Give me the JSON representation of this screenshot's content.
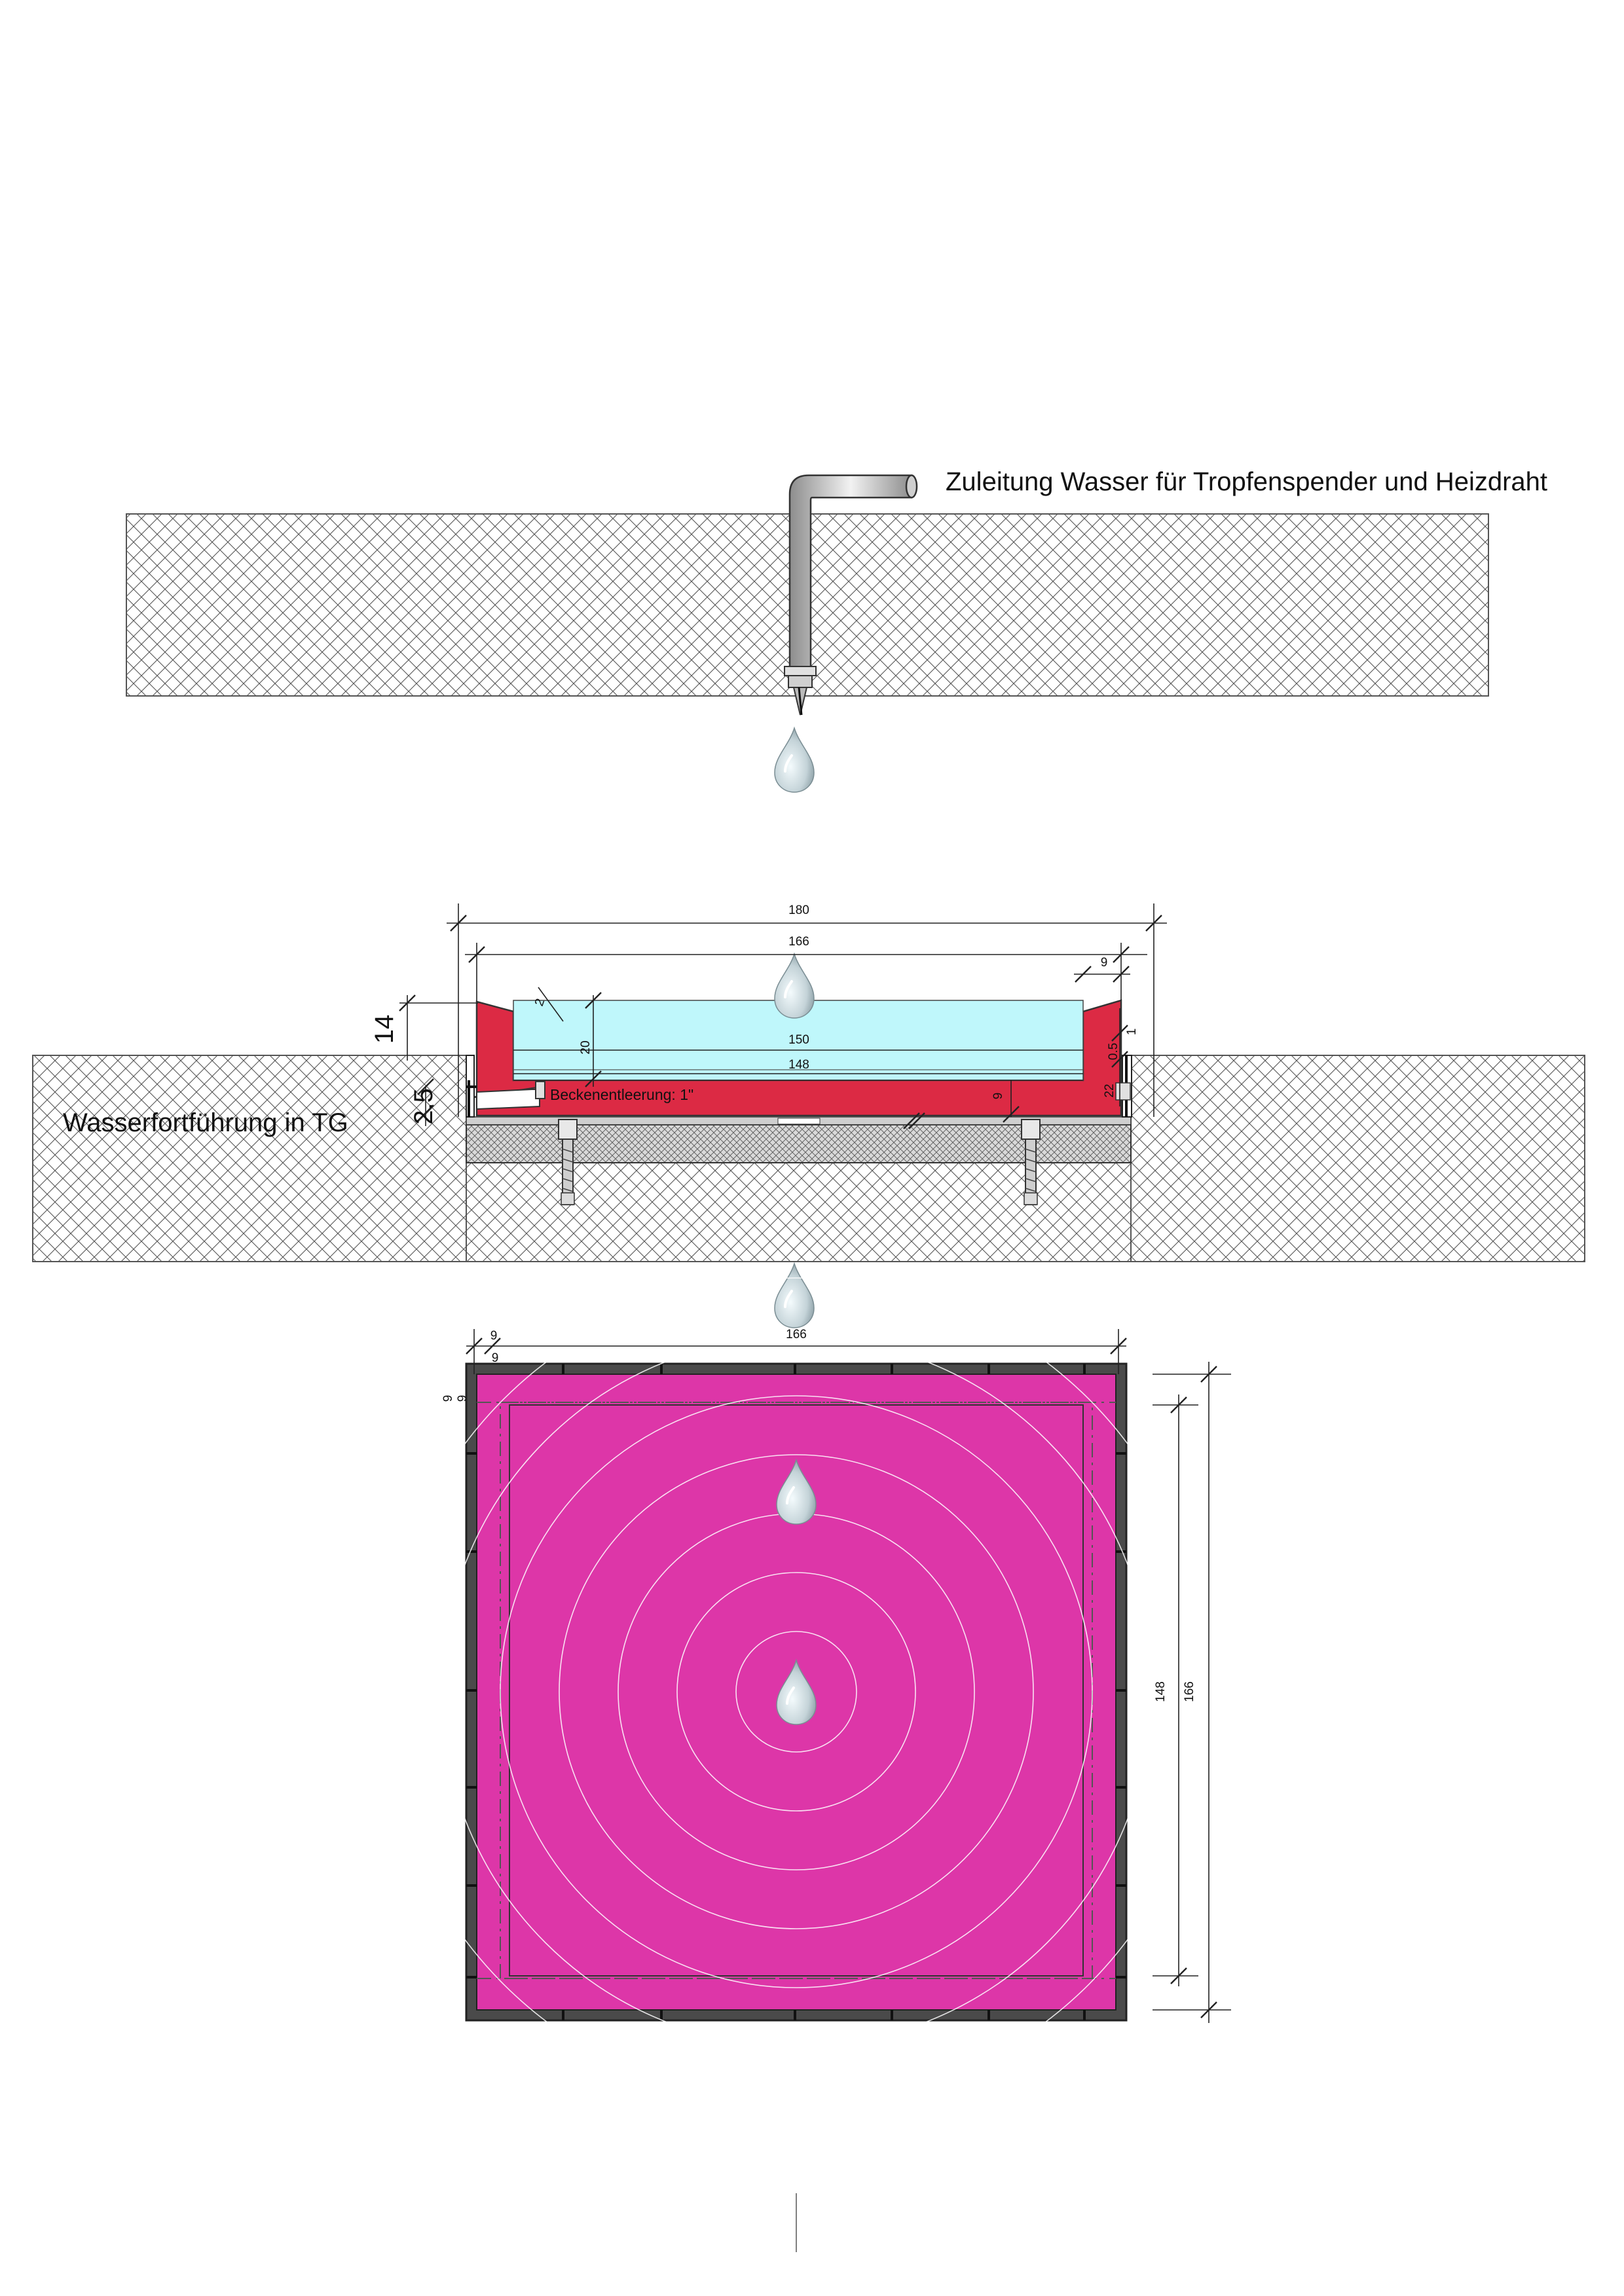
{
  "labels": {
    "supply": "Zuleitung Wasser für Tropfenspender und Heizdraht",
    "drain": "Wasserfortführung in TG",
    "basin_drain": "Beckenentleerung: 1\""
  },
  "dimensions": {
    "d180": "180",
    "d166": "166",
    "d9": "9",
    "d150": "150",
    "d148": "148",
    "d20": "20",
    "d2": "2",
    "d14": "14",
    "d25": "2.5",
    "d05": "0.5",
    "d1": "1",
    "d22": "22",
    "d9b": "9",
    "p166": "166",
    "p9": "9",
    "p9b": "9",
    "p9c": "9",
    "p9d": "9",
    "p148": "148",
    "p166v": "166"
  },
  "colors": {
    "basin_red": "#dc2a44",
    "water": "#bff7fb",
    "plan_fill": "#dd36a8",
    "frame": "#4a4a4a",
    "drop": "#a9b9bf"
  }
}
